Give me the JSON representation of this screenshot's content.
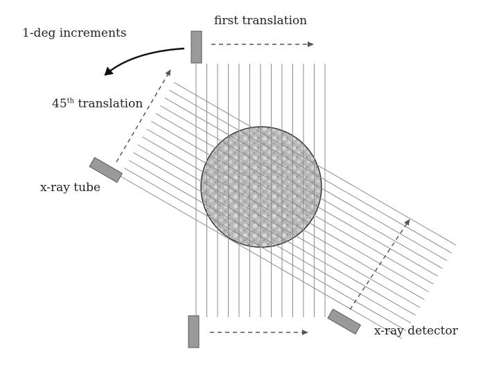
{
  "labels": {
    "rotation": "1-deg increments",
    "first_translation": "first translation",
    "last_translation_number": "45",
    "last_translation_suffix": "th",
    "last_translation_word": " translation",
    "source": "x-ray tube",
    "detector": "x-ray detector"
  },
  "scan": {
    "rays_per_translation": 13,
    "translation_count": 45,
    "rotation_step_deg": 1
  },
  "colors": {
    "ray": "#8a8a8a",
    "arrow": "#555555",
    "block": "#9a9a9a",
    "object_fill": "#b9b9b9",
    "object_edge": "#333333"
  }
}
